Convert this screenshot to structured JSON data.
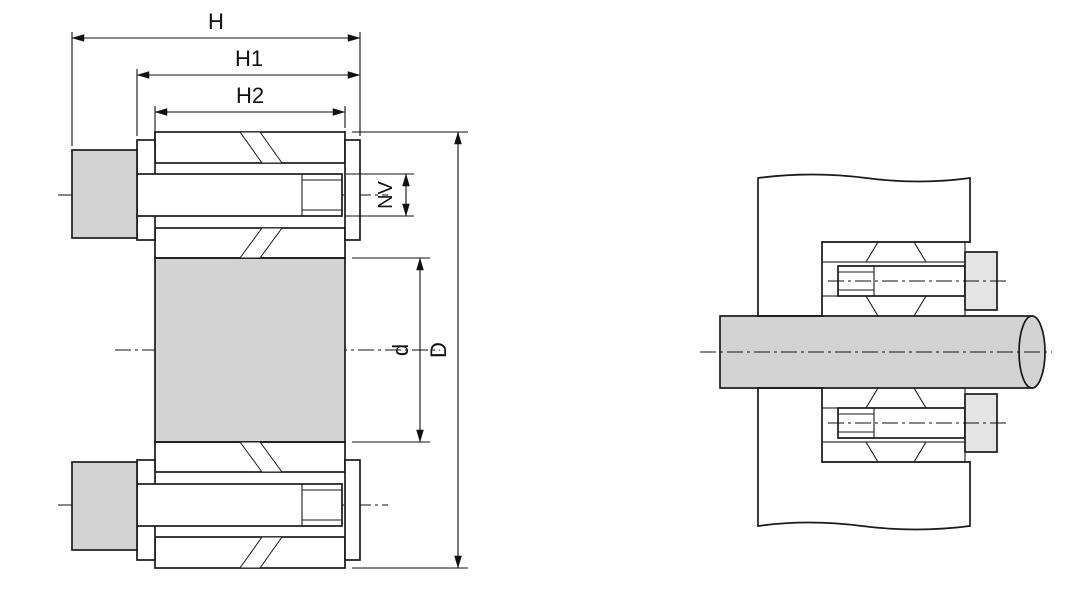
{
  "diagram": {
    "type": "technical-drawing",
    "subject": "clamping-set-locking-assembly",
    "views": {
      "section_view": "cross-section of clamping set with screws",
      "installation_view": "clamping set mounted on shaft inside hub"
    },
    "labels": {
      "H": "H",
      "H1": "H1",
      "H2": "H2",
      "NV": "NV",
      "d": "d",
      "D": "D"
    },
    "colors": {
      "line": "#1a1a1a",
      "metal_gray": "#d3d3d3",
      "metal_light": "#e4e4e4",
      "background": "#ffffff"
    }
  }
}
